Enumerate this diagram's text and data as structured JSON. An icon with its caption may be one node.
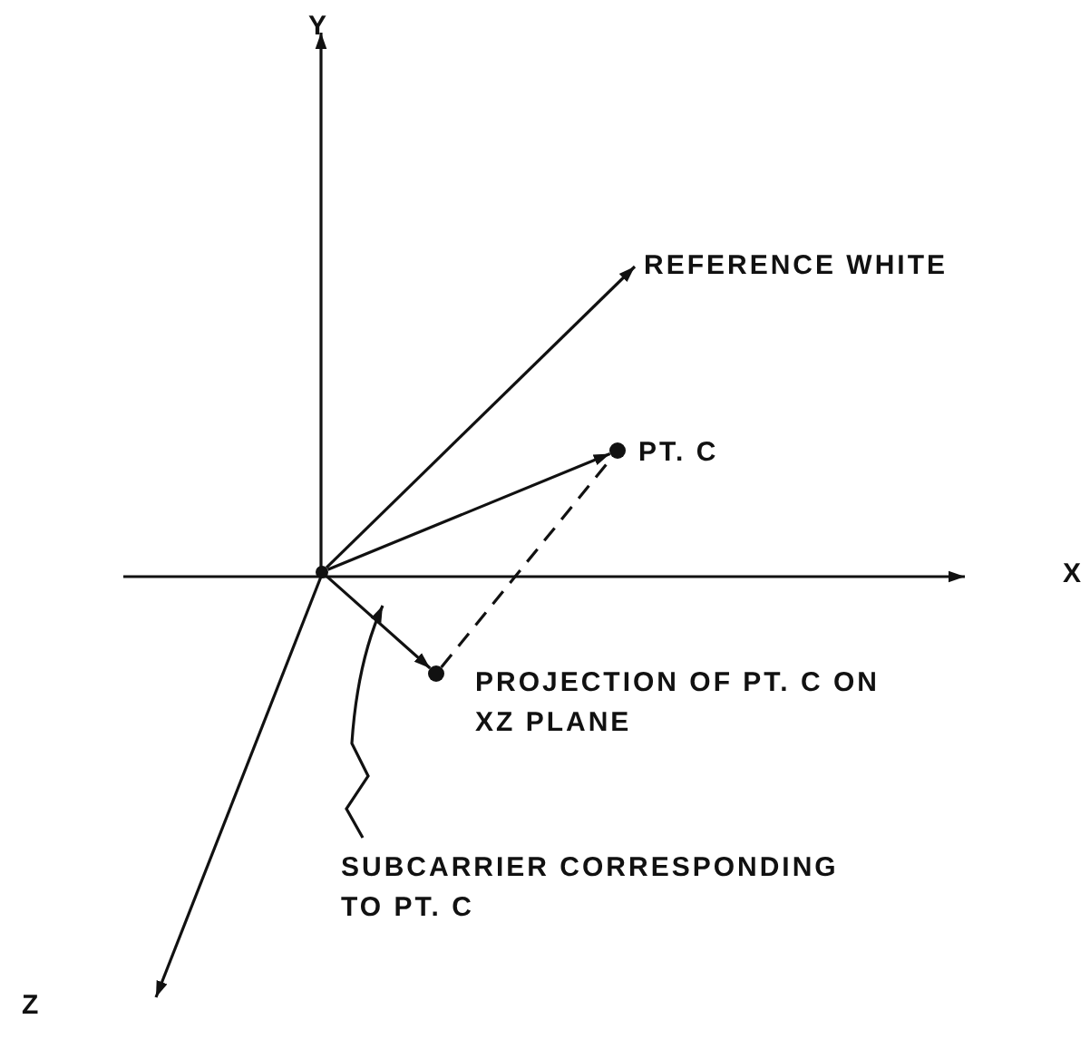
{
  "diagram": {
    "nodes": [
      {
        "text": [
          "REFERENCE WHITE"
        ]
      },
      {
        "text": [],
        "shape": "circle",
        "beside": [
          "PT. C"
        ]
      },
      {
        "text": [],
        "shape": "circle"
      },
      {
        "text": [],
        "shape": "circle",
        "beside": [
          "PROJECTION OF PT. C ON XZ PLANE"
        ]
      },
      {
        "text": [
          "SUBCARRIER CORRESPONDING TO PT. C"
        ]
      }
    ],
    "edges": [
      {
        "from": 2,
        "to": 0,
        "arrow": "to"
      },
      {
        "from": 2,
        "to": 1,
        "arrow": "to"
      },
      {
        "from": 2,
        "to": 3,
        "arrow": "to"
      },
      {
        "from": 3,
        "to": 1,
        "arrow": "none",
        "style": "dashed"
      },
      {
        "from": 4,
        "to": null,
        "arrow": "to"
      }
    ],
    "labels": [
      "Y",
      "X",
      "Z"
    ]
  }
}
